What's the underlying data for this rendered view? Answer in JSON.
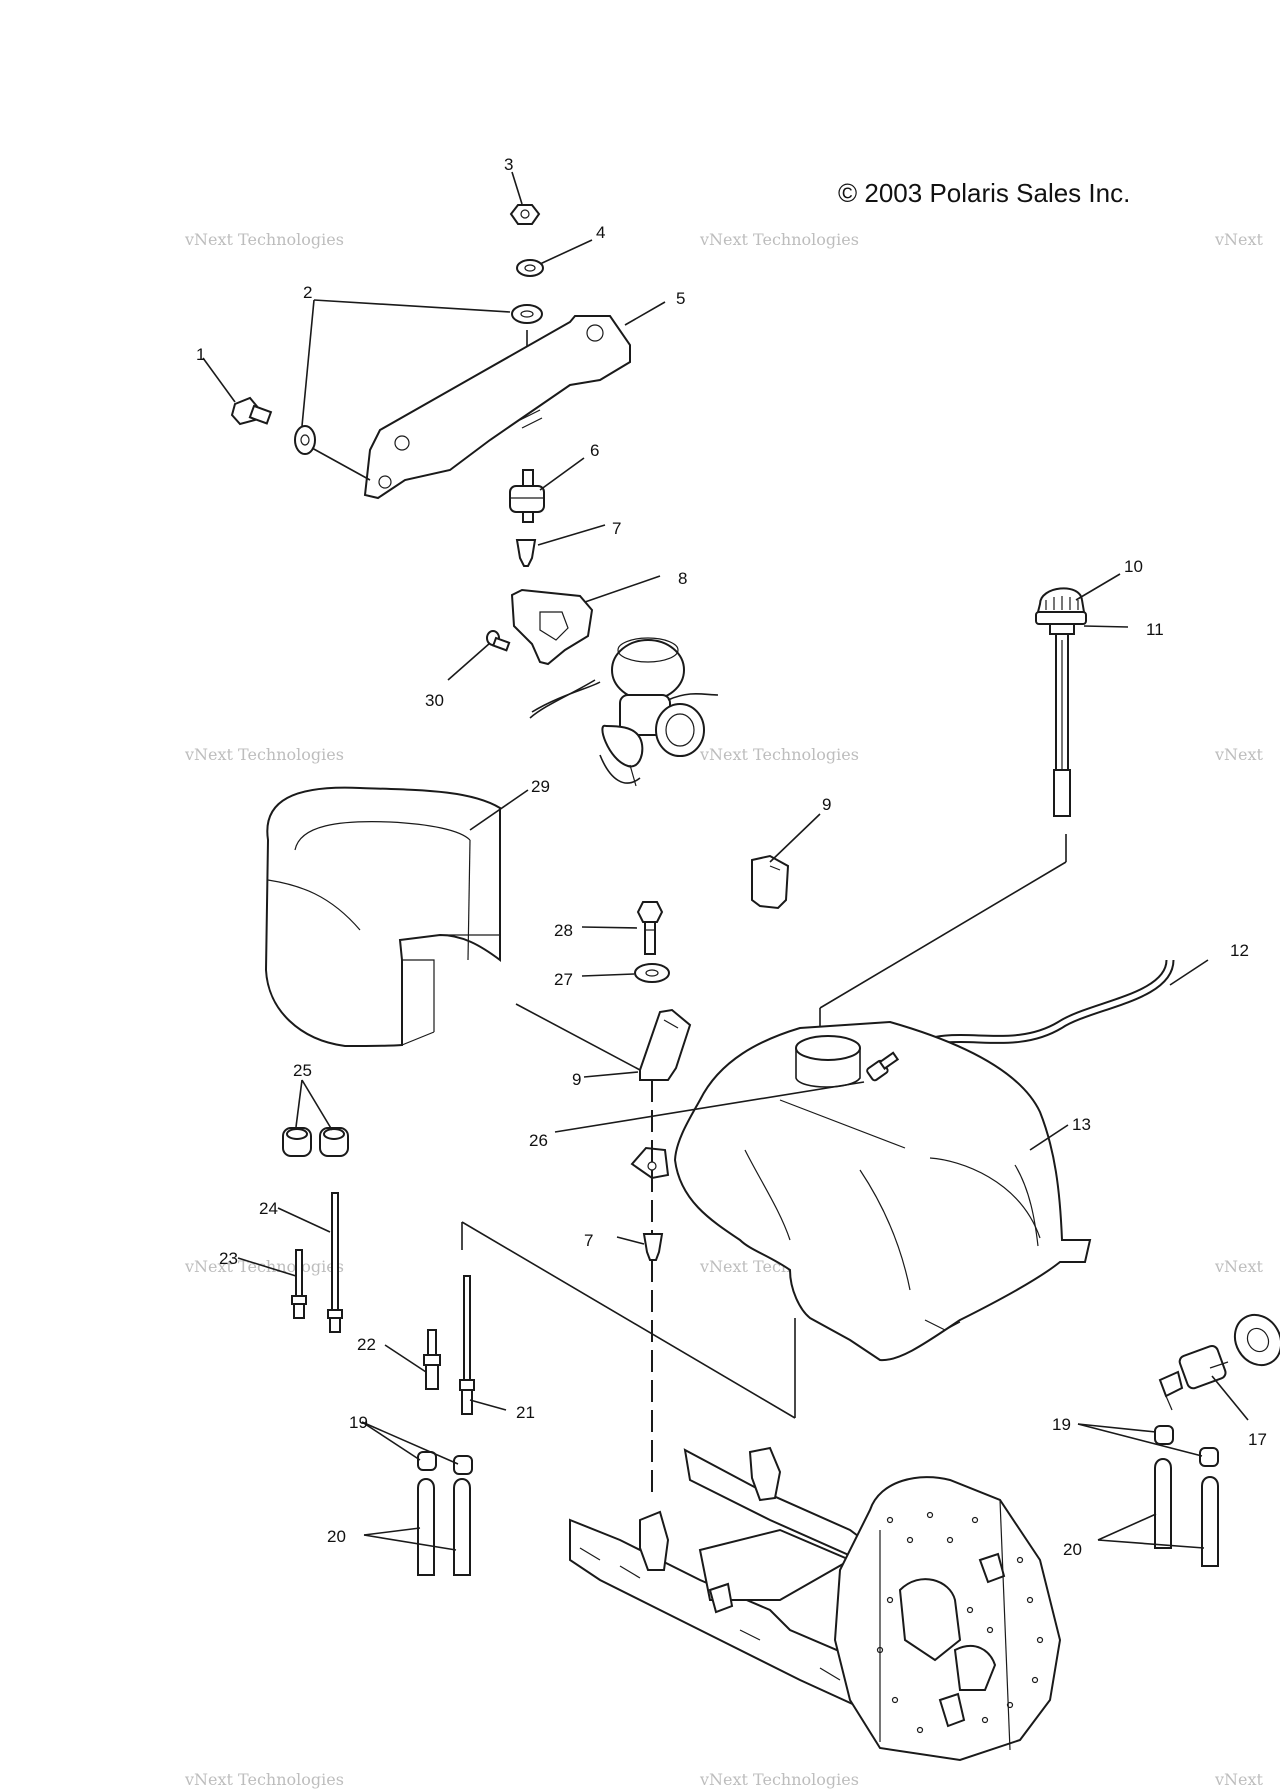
{
  "copyright": "© 2003 Polaris Sales Inc.",
  "watermark": {
    "brand": "vNext Technologies",
    "word1": "vNext",
    "word2": "Technologies"
  },
  "callouts": {
    "c1": "1",
    "c2": "2",
    "c3": "3",
    "c4": "4",
    "c5": "5",
    "c6": "6",
    "c7a": "7",
    "c7b": "7",
    "c8": "8",
    "c9a": "9",
    "c9b": "9",
    "c10": "10",
    "c11": "11",
    "c12": "12",
    "c13": "13",
    "c17": "17",
    "c19a": "19",
    "c19b": "19",
    "c20a": "20",
    "c20b": "20",
    "c21": "21",
    "c22": "22",
    "c23": "23",
    "c24": "24",
    "c25": "25",
    "c26": "26",
    "c27": "27",
    "c28": "28",
    "c29": "29",
    "c30": "30"
  }
}
